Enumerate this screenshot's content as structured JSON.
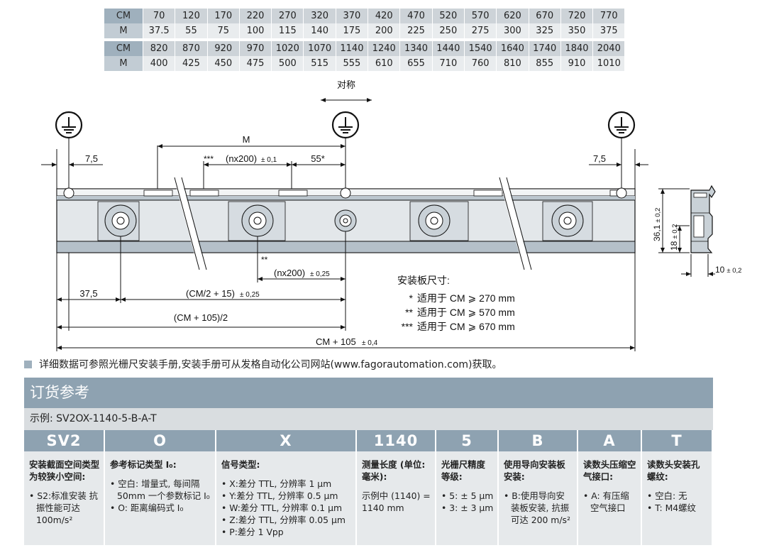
{
  "dimension_table": {
    "row_label_cm": "CM",
    "row_label_m": "M",
    "groups": [
      {
        "cm": [
          "70",
          "120",
          "170",
          "220",
          "270",
          "320",
          "370",
          "420",
          "470",
          "520",
          "570",
          "620",
          "670",
          "720",
          "770"
        ],
        "m": [
          "37.5",
          "55",
          "75",
          "100",
          "115",
          "140",
          "175",
          "200",
          "225",
          "250",
          "275",
          "300",
          "325",
          "350",
          "375"
        ]
      },
      {
        "cm": [
          "820",
          "870",
          "920",
          "970",
          "1020",
          "1070",
          "1140",
          "1240",
          "1340",
          "1440",
          "1540",
          "1640",
          "1740",
          "1840",
          "2040"
        ],
        "m": [
          "400",
          "425",
          "450",
          "475",
          "500",
          "515",
          "555",
          "610",
          "655",
          "710",
          "760",
          "810",
          "855",
          "910",
          "1010"
        ]
      }
    ]
  },
  "drawing": {
    "symmetry_label": "对称",
    "m_label": "M",
    "left_offset": "7,5",
    "right_offset": "7,5",
    "stars3": "***",
    "nx200_top": "(nx200)",
    "tol_01": "± 0,1",
    "dim_55": "55*",
    "stars2": "**",
    "nx200_bottom": "(nx200)",
    "tol_025": "± 0,25",
    "dim_375": "37,5",
    "cm_half": "(CM/2 + 15)",
    "cm_half_tol": "± 0,25",
    "cm105_half": "(CM + 105)/2",
    "total": "CM + 105",
    "total_tol": "± 0,4",
    "section_h1": "36,1",
    "section_h1_tol": "± 0,2",
    "section_h2": "18",
    "section_h2_tol": "± 0,2",
    "section_w": "10",
    "section_w_tol": "± 0,2",
    "plate_title": "安装板尺寸:",
    "plate_notes": [
      {
        "mark": "*",
        "text": "适用于 CM ⩾ 270 mm"
      },
      {
        "mark": "**",
        "text": "适用于 CM ⩾ 570 mm"
      },
      {
        "mark": "***",
        "text": "适用于 CM ⩾ 670 mm"
      }
    ]
  },
  "note": "详细数据可参照光栅尺安装手册,安装手册可从发格自动化公司网站(www.fagorautomation.com)获取。",
  "order": {
    "title": "订货参考",
    "example": "示例: SV2OX-1140-5-B-A-T",
    "columns": [
      {
        "code": "SV2",
        "title": "安装截面空间类型为较狭小空间:",
        "sub": "",
        "items": [
          "S2:标准安装 抗振性能可达 100m/s²"
        ]
      },
      {
        "code": "O",
        "title": "参考标记类型 I₀:",
        "sub": "",
        "items": [
          "空白: 增量式, 每间隔 50mm 一个参数标记 I₀",
          "O: 距离编码式 I₀"
        ]
      },
      {
        "code": "X",
        "title": "信号类型:",
        "sub": "",
        "items": [
          "X:差分 TTL, 分辨率 1 μm",
          "Y:差分 TTL, 分辨率 0.5 μm",
          "W:差分 TTL, 分辨率 0.1 μm",
          "Z:差分 TTL, 分辨率 0.05 μm",
          "P:差分 1 Vpp"
        ]
      },
      {
        "code": "1140",
        "title": "测量长度 (单位:毫米):",
        "sub": "示例中 (1140) = 1140 mm",
        "items": []
      },
      {
        "code": "5",
        "title": "光栅尺精度等级:",
        "sub": "",
        "items": [
          "5: ± 5 μm",
          "3: ± 3 μm"
        ]
      },
      {
        "code": "B",
        "title": "使用导向安装板安装:",
        "sub": "",
        "items": [
          "B:使用导向安装板安装, 抗振可达 200 m/s²"
        ]
      },
      {
        "code": "A",
        "title": "读数头压缩空气接口:",
        "sub": "",
        "items": [
          "A: 有压缩空气接口"
        ]
      },
      {
        "code": "T",
        "title": "读数头安装孔螺纹:",
        "sub": "",
        "items": [
          "空白: 无",
          "T: M4螺纹"
        ]
      }
    ]
  },
  "colors": {
    "header_blue": "#8ea2b1",
    "cm_row": "#cdd3d8",
    "m_row": "#e9ecee",
    "desc_bg": "#e6e9eb"
  }
}
